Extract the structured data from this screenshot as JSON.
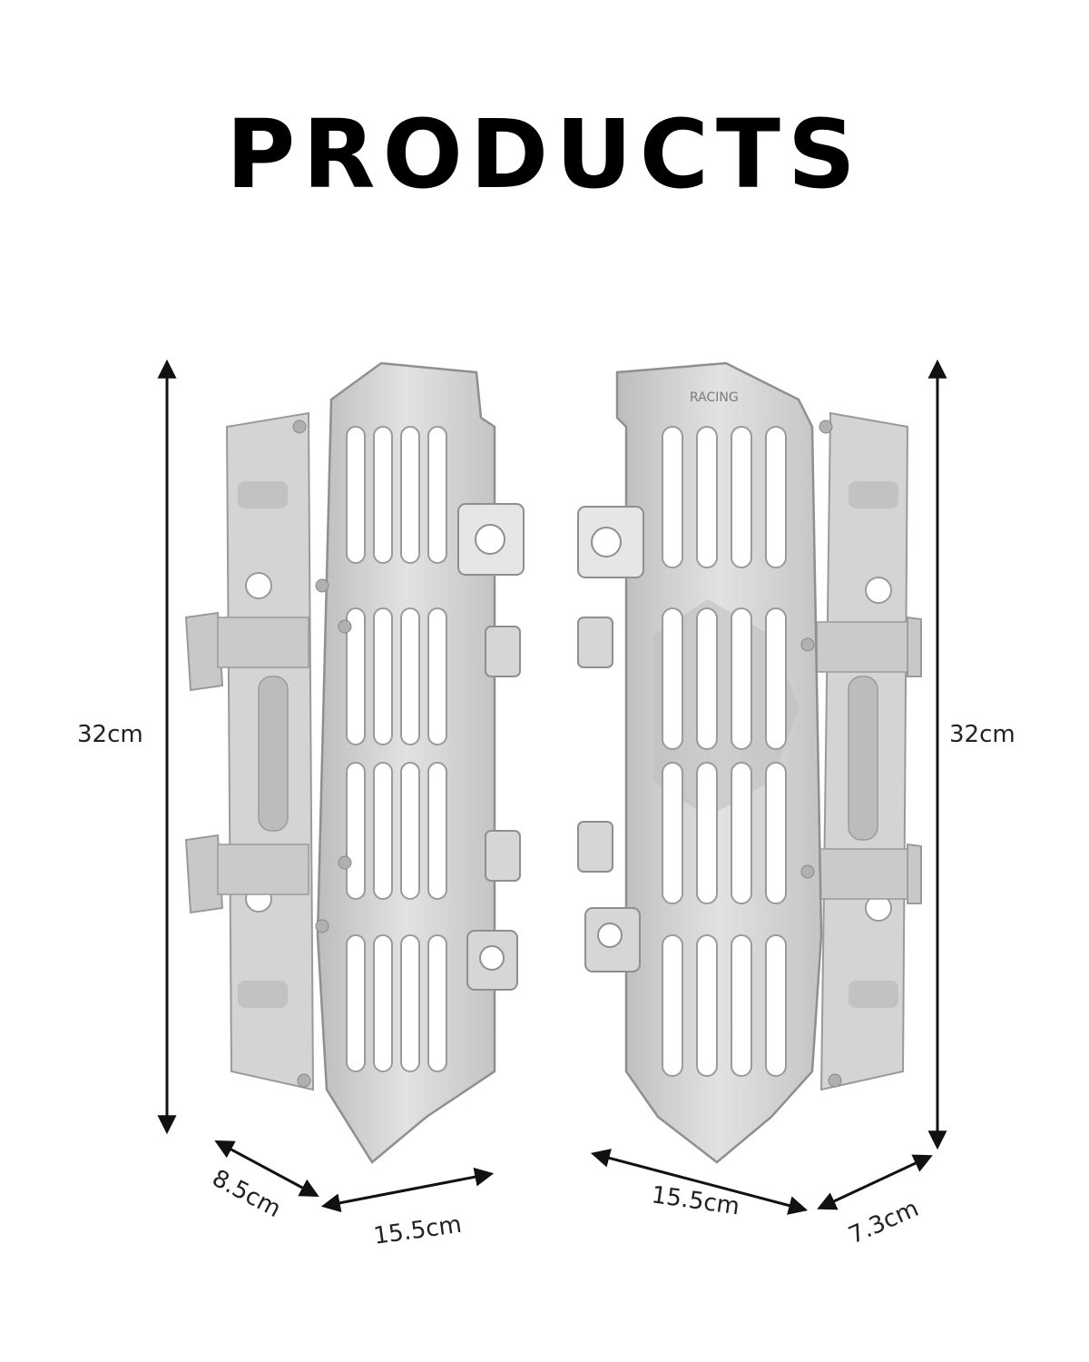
{
  "heading": "PRODUCTS",
  "colors": {
    "metal": "#cfcfcf",
    "metal_dark": "#a8a8a8",
    "metal_light": "#e9e9e9",
    "ink": "#111111"
  },
  "left_guard": {
    "height_label": "32cm",
    "depth_label": "8.5cm",
    "width_label": "15.5cm"
  },
  "right_guard": {
    "brand_text": "RACING",
    "height_label": "32cm",
    "width_label": "15.5cm",
    "depth_label": "7.3cm"
  }
}
